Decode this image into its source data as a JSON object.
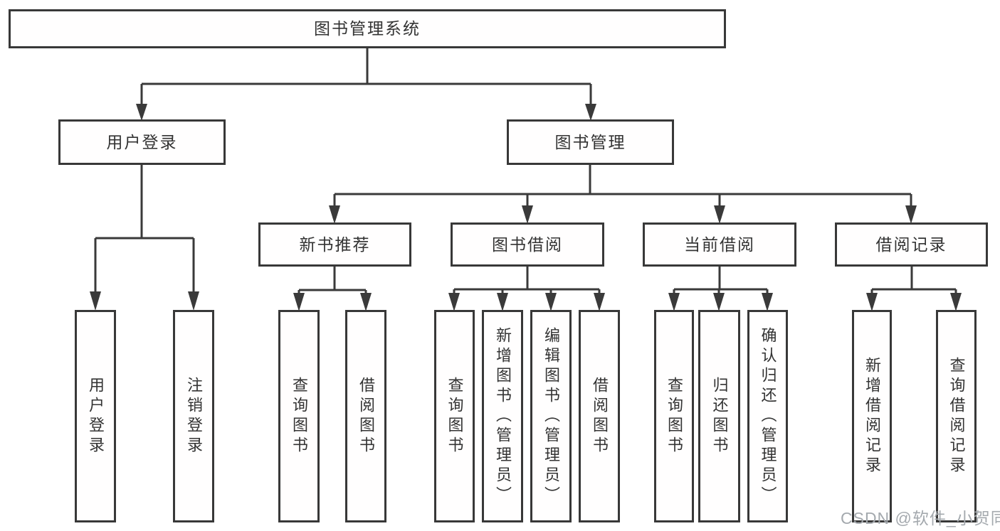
{
  "diagram_title": "图书管理系统",
  "tree": {
    "root": {
      "label": "图书管理系统"
    },
    "branches": [
      {
        "label": "用户登录",
        "children": [
          {
            "label": "用户登录"
          },
          {
            "label": "注销登录"
          }
        ]
      },
      {
        "label": "图书管理",
        "children": [
          {
            "label": "新书推荐",
            "children": [
              {
                "label": "查询图书"
              },
              {
                "label": "借阅图书"
              }
            ]
          },
          {
            "label": "图书借阅",
            "children": [
              {
                "label": "查询图书"
              },
              {
                "label": "新增图书（管理员）"
              },
              {
                "label": "编辑图书（管理员）"
              },
              {
                "label": "借阅图书"
              }
            ]
          },
          {
            "label": "当前借阅",
            "children": [
              {
                "label": "查询图书"
              },
              {
                "label": "归还图书"
              },
              {
                "label": "确认归还（管理员）"
              }
            ]
          },
          {
            "label": "借阅记录",
            "children": [
              {
                "label": "新增借阅记录"
              },
              {
                "label": "查询借阅记录"
              }
            ]
          }
        ]
      }
    ]
  },
  "watermark": {
    "text": "CSDN @软件_小贺同学",
    "color": "#a4a9ae"
  },
  "colors": {
    "line": "#3a3a3a",
    "box_border": "#383838",
    "text": "#333333",
    "background": "#ffffff"
  }
}
